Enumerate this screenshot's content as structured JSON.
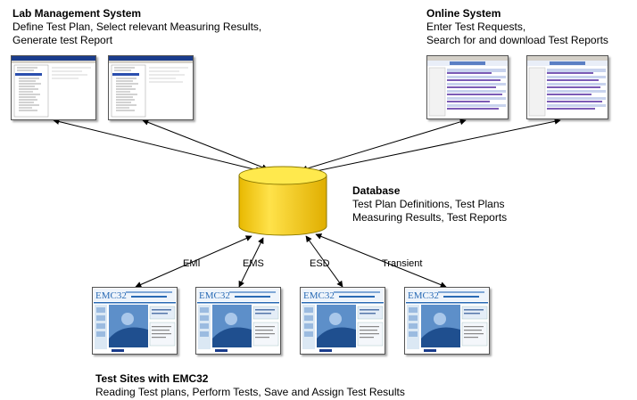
{
  "lab": {
    "title": "Lab Management System",
    "line1": "Define Test Plan, Select relevant Measuring Results,",
    "line2": "Generate test Report"
  },
  "online": {
    "title": "Online System",
    "line1": "Enter Test Requests,",
    "line2": "Search for and download Test Reports"
  },
  "database": {
    "title": "Database",
    "line1": "Test Plan Definitions, Test Plans",
    "line2": "Measuring Results, Test Reports"
  },
  "sites": {
    "title": "Test Sites with EMC32",
    "line1": "Reading Test plans, Perform Tests, Save and Assign Test Results"
  },
  "connections": {
    "emi": "EMI",
    "ems": "EMS",
    "esd": "ESD",
    "transient": "Transient"
  },
  "emc_logo": "EMC32",
  "colors": {
    "database_fill": "#f5d21c",
    "database_top": "#ffec5a",
    "emc_blue": "#2a6bb5",
    "emc_panel": "#dbe8f4"
  }
}
